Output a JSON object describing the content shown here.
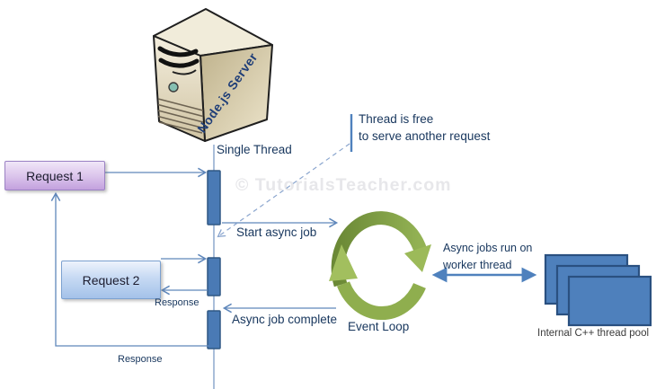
{
  "diagram": {
    "server_label": "Node.js Server",
    "single_thread": "Single Thread",
    "requests": {
      "request1": "Request 1",
      "request2": "Request 2"
    },
    "annotations": {
      "thread_free_line1": "Thread is free",
      "thread_free_line2": "to serve another request",
      "start_async": "Start async job",
      "async_complete": "Async job complete",
      "response_request2": "Response",
      "response_request1": "Response",
      "async_jobs_line1": "Async jobs run on",
      "async_jobs_line2": "worker thread",
      "event_loop": "Event Loop",
      "thread_pool": "Internal C++ thread pool"
    },
    "watermark": "© TutorialsTeacher.com",
    "colors": {
      "connector_blue": "#5F87BB",
      "activation_bar_fill": "#4A7AB5",
      "activation_bar_border": "#2E5784",
      "event_loop_green_dark": "#6B8936",
      "event_loop_green_light": "#93B254",
      "thread_pool_fill": "#4E80BC",
      "label_navy": "#17365D",
      "request1_border": "#9B82C4",
      "request2_border": "#7CA1D0",
      "server_beige": "#D8CCAB"
    }
  }
}
